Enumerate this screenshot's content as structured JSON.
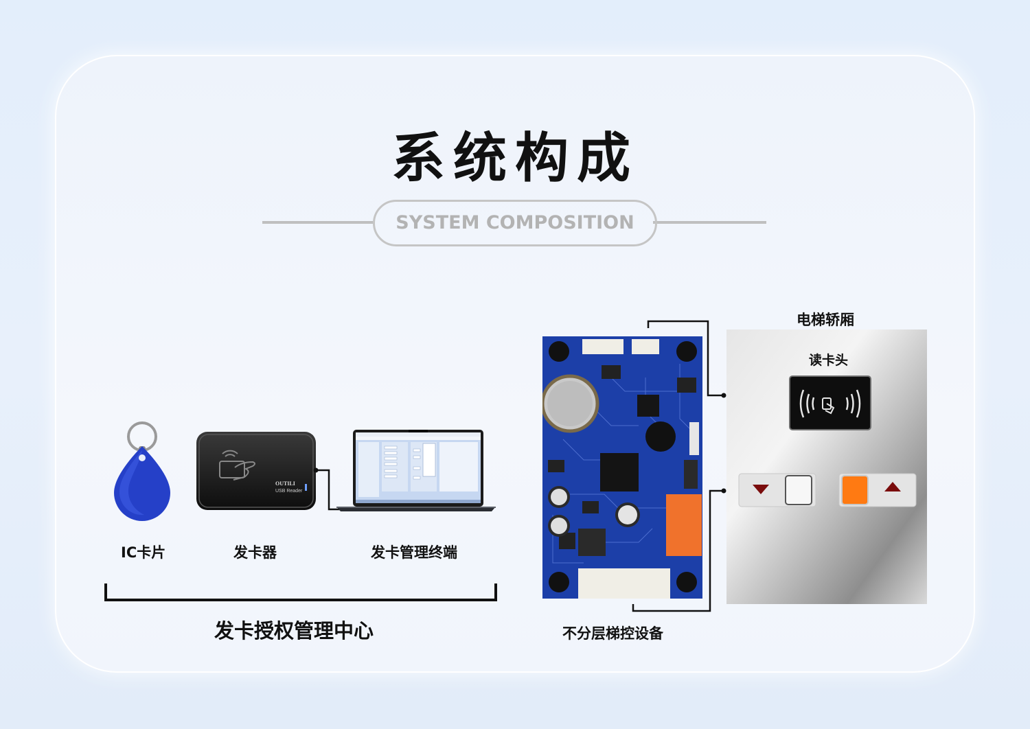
{
  "title": "系统构成",
  "subtitle": "SYSTEM COMPOSITION",
  "items": {
    "ic_card": "IC卡片",
    "card_issuer": "发卡器",
    "terminal": "发卡管理终端",
    "issue_center": "发卡授权管理中心",
    "controller": "不分层梯控设备",
    "elevator_car": "电梯轿厢",
    "card_reader": "读卡头"
  },
  "device_text": {
    "reader_brand": "OUTILI",
    "reader_model": "USB Reader"
  },
  "colors": {
    "pcb_blue": "#1c3fa8",
    "keyfob_blue": "#2540c8",
    "button_orange": "#ff7a12",
    "panel_steel": "#c9c9c9"
  }
}
